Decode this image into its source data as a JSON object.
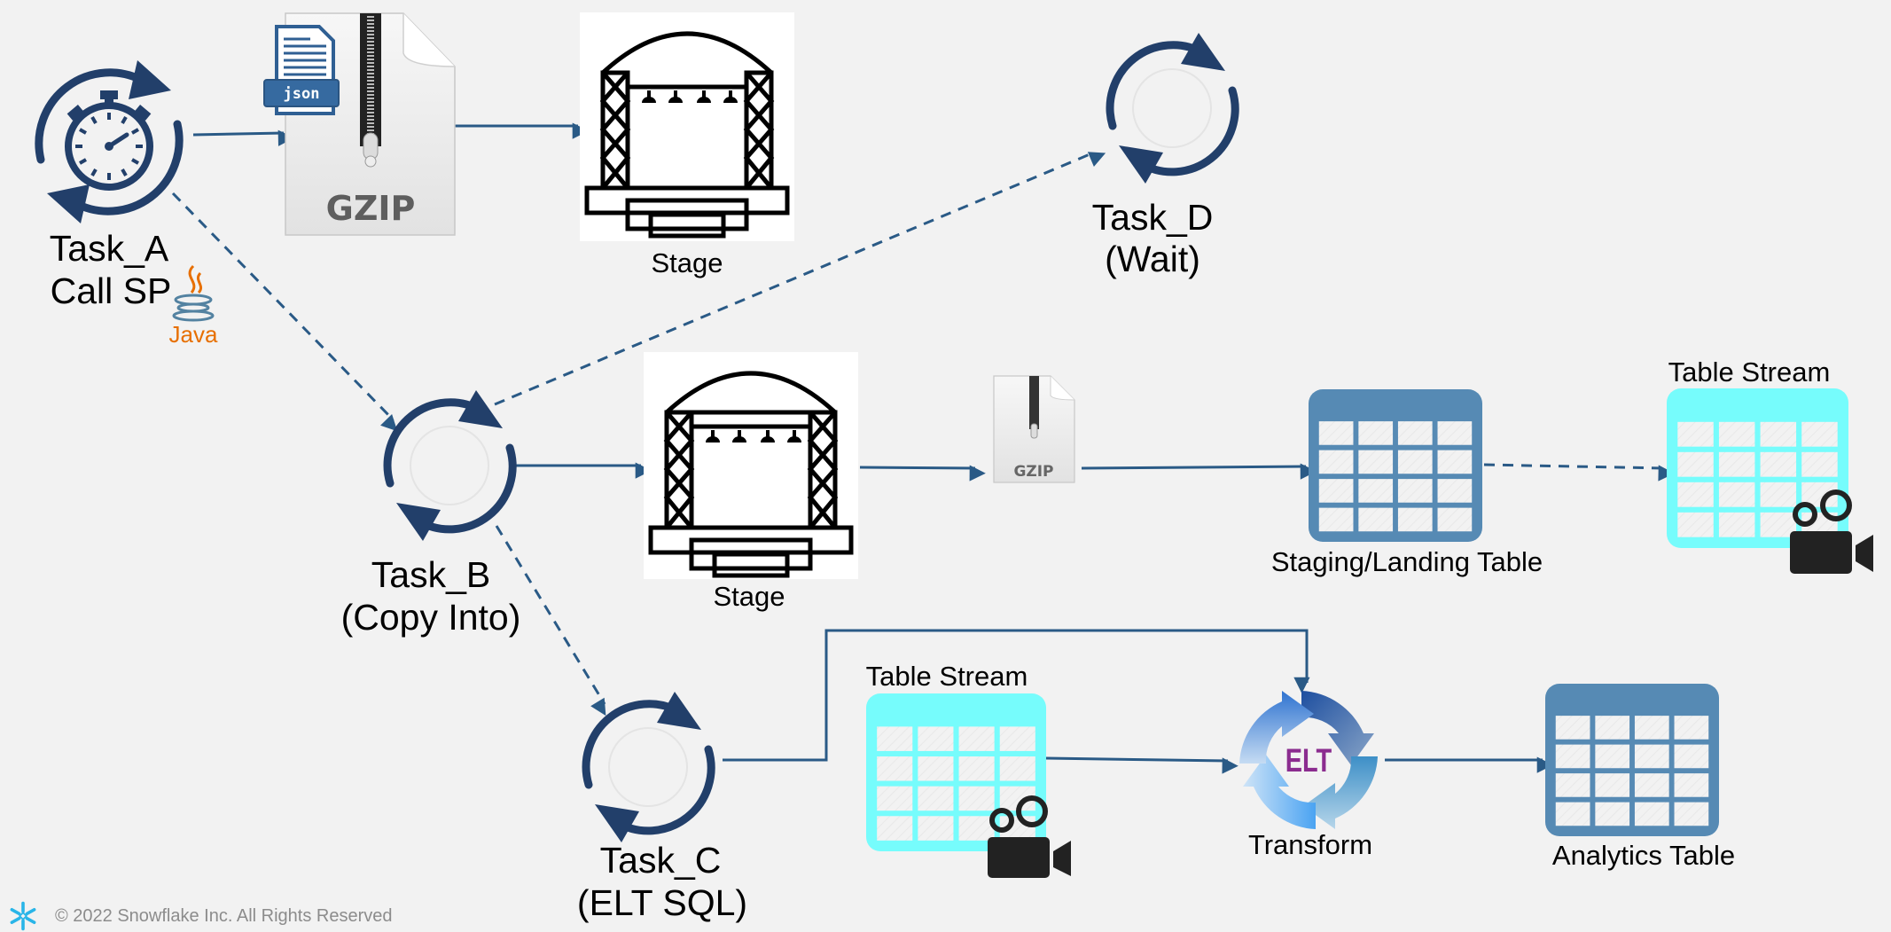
{
  "colors": {
    "background": "#f2f2f2",
    "connector": "#2a5a86",
    "task_ring": "#223f6a",
    "table_blue": "#568ab4",
    "table_stream_cyan": "#76fcfc",
    "java_orange": "#e76f00",
    "elt_purple": "#8b2c8f",
    "footer_text": "#8c8c8c",
    "snowflake_blue": "#29b5e8"
  },
  "tasks": {
    "a": {
      "line1": "Task_A",
      "line2": "Call SP",
      "icon": "stopwatch-cycle-icon"
    },
    "b": {
      "line1": "Task_B",
      "line2": "(Copy Into)",
      "icon": "cycle-icon"
    },
    "c": {
      "line1": "Task_C",
      "line2": "(ELT SQL)",
      "icon": "cycle-icon"
    },
    "d": {
      "line1": "Task_D",
      "line2": "(Wait)",
      "icon": "cycle-icon"
    }
  },
  "java_logo": {
    "text": "Java"
  },
  "json_file": {
    "text": "json"
  },
  "gzip_large": {
    "text": "GZIP"
  },
  "gzip_small": {
    "text": "GZIP"
  },
  "stage_top": {
    "label": "Stage"
  },
  "stage_mid": {
    "label": "Stage"
  },
  "staging_table": {
    "label": "Staging/Landing Table"
  },
  "stream_top": {
    "label": "Table Stream"
  },
  "stream_bottom": {
    "label": "Table Stream"
  },
  "transform": {
    "label": "Transform",
    "badge": "ELT"
  },
  "analytics_table": {
    "label": "Analytics Table"
  },
  "footer": {
    "copyright": "© 2022 Snowflake Inc. All Rights Reserved"
  }
}
